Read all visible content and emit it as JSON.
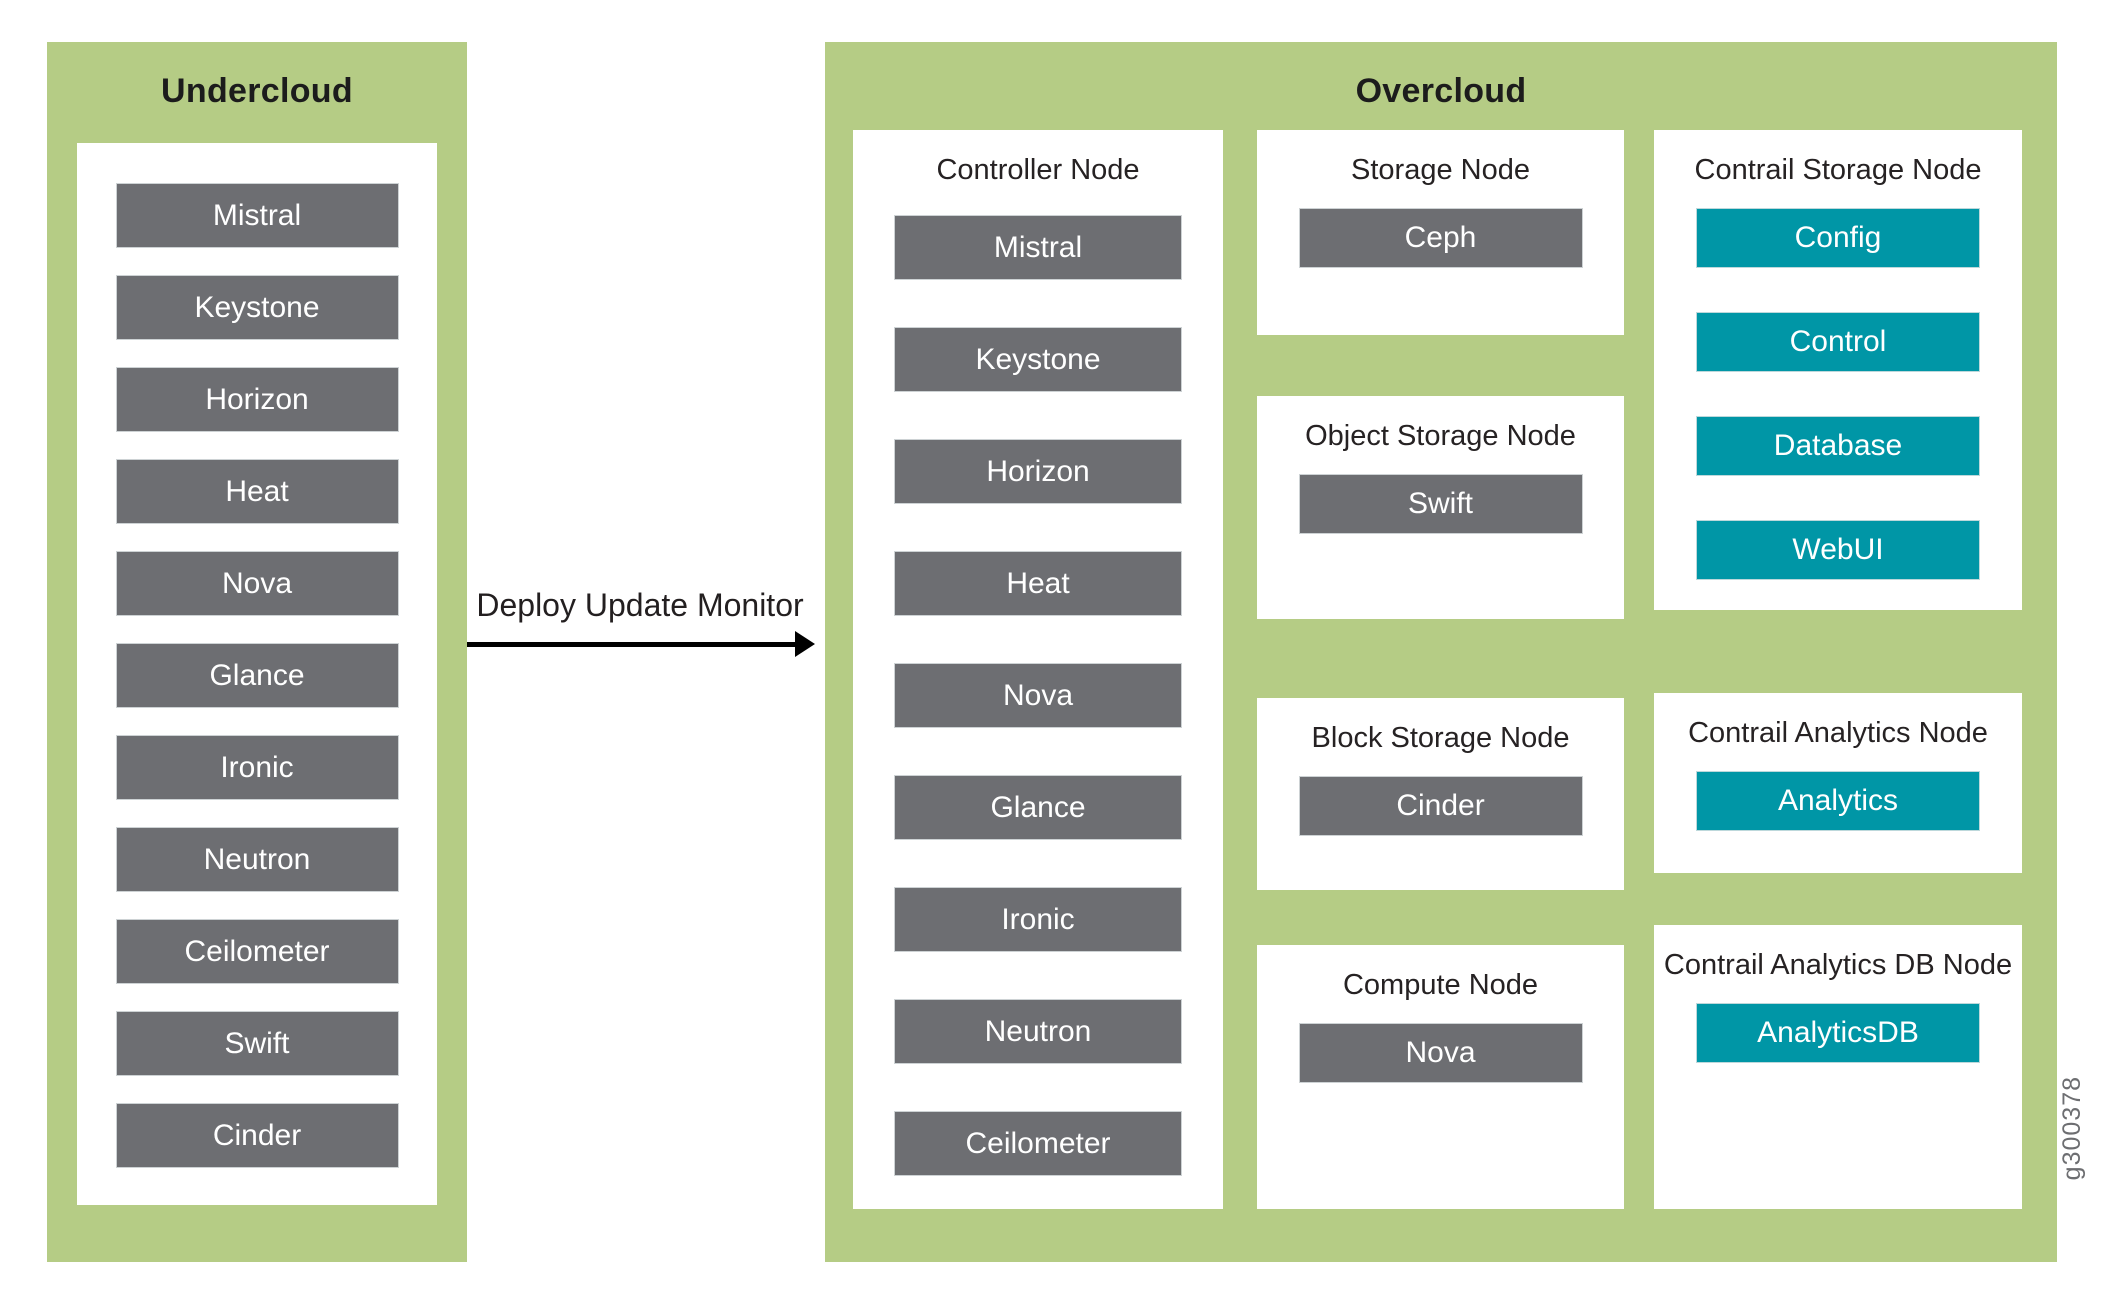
{
  "undercloud": {
    "title": "Undercloud",
    "services": [
      "Mistral",
      "Keystone",
      "Horizon",
      "Heat",
      "Nova",
      "Glance",
      "Ironic",
      "Neutron",
      "Ceilometer",
      "Swift",
      "Cinder"
    ]
  },
  "arrow": {
    "label": "Deploy Update Monitor"
  },
  "overcloud": {
    "title": "Overcloud",
    "nodes": {
      "controller": {
        "title": "Controller Node",
        "services": [
          "Mistral",
          "Keystone",
          "Horizon",
          "Heat",
          "Nova",
          "Glance",
          "Ironic",
          "Neutron",
          "Ceilometer"
        ]
      },
      "storage": {
        "title": "Storage Node",
        "services": [
          "Ceph"
        ]
      },
      "object_storage": {
        "title": "Object Storage Node",
        "services": [
          "Swift"
        ]
      },
      "block_storage": {
        "title": "Block Storage Node",
        "services": [
          "Cinder"
        ]
      },
      "compute": {
        "title": "Compute Node",
        "services": [
          "Nova"
        ]
      },
      "contrail_storage": {
        "title": "Contrail Storage Node",
        "services": [
          "Config",
          "Control",
          "Database",
          "WebUI"
        ]
      },
      "contrail_analytics": {
        "title": "Contrail Analytics Node",
        "services": [
          "Analytics"
        ]
      },
      "contrail_analytics_db": {
        "title": "Contrail Analytics DB Node",
        "services": [
          "AnalyticsDB"
        ]
      }
    }
  },
  "figure_id": "g300378",
  "colors": {
    "group_background_green": "#b5cc85",
    "service_bar_gray": "#6d6e72",
    "contrail_bar_teal": "#0096a6",
    "bar_text": "#ffffff",
    "title_text": "#1c1c1c"
  }
}
